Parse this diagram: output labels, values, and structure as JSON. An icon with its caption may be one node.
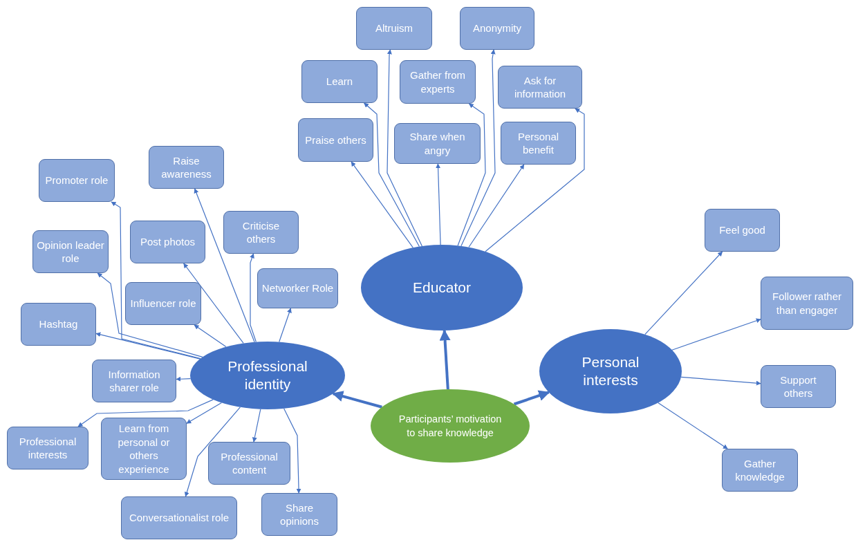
{
  "diagram": {
    "nodes": [
      {
        "text": [
          "Participants’ motivation to share knowledge"
        ]
      },
      {
        "text": [
          "Educator"
        ]
      },
      {
        "text": [
          "Professional identity"
        ]
      },
      {
        "text": [
          "Personal interests"
        ]
      },
      {
        "text": [
          "Altruism"
        ]
      },
      {
        "text": [
          "Anonymity"
        ]
      },
      {
        "text": [
          "Learn"
        ]
      },
      {
        "text": [
          "Gather from experts"
        ]
      },
      {
        "text": [
          "Ask for information"
        ]
      },
      {
        "text": [
          "Praise others"
        ]
      },
      {
        "text": [
          "Share when angry"
        ]
      },
      {
        "text": [
          "Personal benefit"
        ]
      },
      {
        "text": [
          "Promoter role"
        ]
      },
      {
        "text": [
          "Raise awareness"
        ]
      },
      {
        "text": [
          "Post photos"
        ]
      },
      {
        "text": [
          "Criticise others"
        ]
      },
      {
        "text": [
          "Opinion leader role"
        ]
      },
      {
        "text": [
          "Networker Role"
        ]
      },
      {
        "text": [
          "Influencer role"
        ]
      },
      {
        "text": [
          "Hashtag"
        ]
      },
      {
        "text": [
          "Information sharer role"
        ]
      },
      {
        "text": [
          "Professional interests"
        ]
      },
      {
        "text": [
          "Learn from personal or others experience"
        ]
      },
      {
        "text": [
          "Professional content"
        ]
      },
      {
        "text": [
          "Conversationalist role"
        ]
      },
      {
        "text": [
          "Share opinions"
        ]
      },
      {
        "text": [
          "Feel good"
        ]
      },
      {
        "text": [
          "Follower rather than engager"
        ]
      },
      {
        "text": [
          "Support others"
        ]
      },
      {
        "text": [
          "Gather knowledge"
        ]
      }
    ],
    "edges": [
      {
        "from": 0,
        "to": 1,
        "arrow": "to",
        "style": "thick"
      },
      {
        "from": 0,
        "to": 2,
        "arrow": "to",
        "style": "thick"
      },
      {
        "from": 0,
        "to": 3,
        "arrow": "to",
        "style": "thick"
      },
      {
        "from": 1,
        "to": 4,
        "arrow": "to"
      },
      {
        "from": 1,
        "to": 5,
        "arrow": "to"
      },
      {
        "from": 1,
        "to": 6,
        "arrow": "to"
      },
      {
        "from": 1,
        "to": 7,
        "arrow": "to"
      },
      {
        "from": 1,
        "to": 8,
        "arrow": "to"
      },
      {
        "from": 1,
        "to": 9,
        "arrow": "to"
      },
      {
        "from": 1,
        "to": 10,
        "arrow": "to"
      },
      {
        "from": 1,
        "to": 11,
        "arrow": "to"
      },
      {
        "from": 2,
        "to": 12,
        "arrow": "to"
      },
      {
        "from": 2,
        "to": 13,
        "arrow": "to"
      },
      {
        "from": 2,
        "to": 14,
        "arrow": "to"
      },
      {
        "from": 2,
        "to": 15,
        "arrow": "to"
      },
      {
        "from": 2,
        "to": 16,
        "arrow": "to"
      },
      {
        "from": 2,
        "to": 17,
        "arrow": "to"
      },
      {
        "from": 2,
        "to": 18,
        "arrow": "to"
      },
      {
        "from": 2,
        "to": 19,
        "arrow": "to"
      },
      {
        "from": 2,
        "to": 20,
        "arrow": "to"
      },
      {
        "from": 2,
        "to": 21,
        "arrow": "to"
      },
      {
        "from": 2,
        "to": 22,
        "arrow": "to"
      },
      {
        "from": 2,
        "to": 23,
        "arrow": "to"
      },
      {
        "from": 2,
        "to": 24,
        "arrow": "to"
      },
      {
        "from": 2,
        "to": 25,
        "arrow": "to"
      },
      {
        "from": 3,
        "to": 26,
        "arrow": "to"
      },
      {
        "from": 3,
        "to": 27,
        "arrow": "to"
      },
      {
        "from": 3,
        "to": 28,
        "arrow": "to"
      },
      {
        "from": 3,
        "to": 29,
        "arrow": "to"
      }
    ]
  }
}
